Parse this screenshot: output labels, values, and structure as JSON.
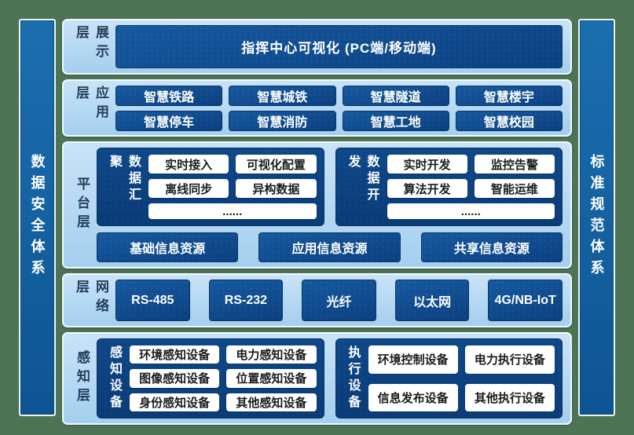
{
  "pillars": {
    "left": "数据安全体系",
    "right": "标准规范体系"
  },
  "layers": {
    "display": {
      "label": "展示层",
      "main_box": "指挥中心可视化 (PC端/移动端)"
    },
    "application": {
      "label": "应用层",
      "items": [
        "智慧铁路",
        "智慧城铁",
        "智慧隧道",
        "智慧楼宇",
        "智慧停车",
        "智慧消防",
        "智慧工地",
        "智慧校园"
      ]
    },
    "platform": {
      "label": "平台层",
      "groups": [
        {
          "label": "数据汇聚",
          "items": [
            "实时接入",
            "可视化配置",
            "离线同步",
            "异构数据"
          ],
          "more": "......"
        },
        {
          "label": "数据开发",
          "items": [
            "实时开发",
            "监控告警",
            "算法开发",
            "智能运维"
          ],
          "more": "......"
        }
      ],
      "resources": [
        "基础信息资源",
        "应用信息资源",
        "共享信息资源"
      ]
    },
    "network": {
      "label": "网络层",
      "items": [
        "RS-485",
        "RS-232",
        "光纤",
        "以太网",
        "4G/NB-IoT"
      ]
    },
    "perception": {
      "label": "感知层",
      "groups": [
        {
          "label": "感知设备",
          "items": [
            "环境感知设备",
            "电力感知设备",
            "图像感知设备",
            "位置感知设备",
            "身份感知设备",
            "其他感知设备"
          ]
        },
        {
          "label": "执行设备",
          "items": [
            "环境控制设备",
            "电力执行设备",
            "信息发布设备",
            "其他执行设备"
          ]
        }
      ]
    }
  },
  "colors": {
    "background_green": "#4d7454",
    "pillar_blue": "#11619f",
    "layer_light_blue": "#b4d8f2",
    "box_navy": "#0d4788",
    "panel_navy": "#0c4080",
    "white_box": "#ffffff",
    "label_navy": "#233c5d",
    "box_text": "#ffffff"
  }
}
